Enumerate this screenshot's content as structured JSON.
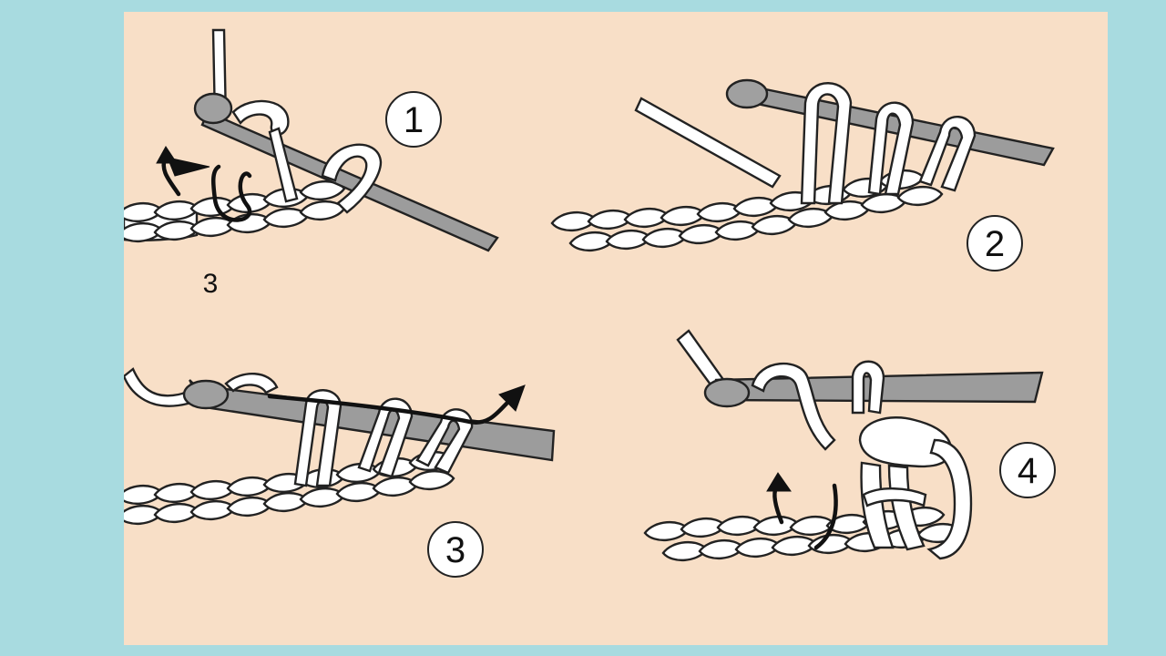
{
  "colors": {
    "outer_border": "#a8dbe0",
    "panel_background": "#f8dfc7",
    "yarn": "#ffffff",
    "hook": "#9c9c9c",
    "outline": "#222222"
  },
  "steps": [
    {
      "number": "1",
      "icon": "hook-inserted-into-chain"
    },
    {
      "number": "2",
      "icon": "three-loops-on-hook"
    },
    {
      "number": "3",
      "icon": "yarn-over-pull-through"
    },
    {
      "number": "4",
      "icon": "completed-stitch"
    }
  ],
  "annotations": {
    "chain_label": "3"
  }
}
